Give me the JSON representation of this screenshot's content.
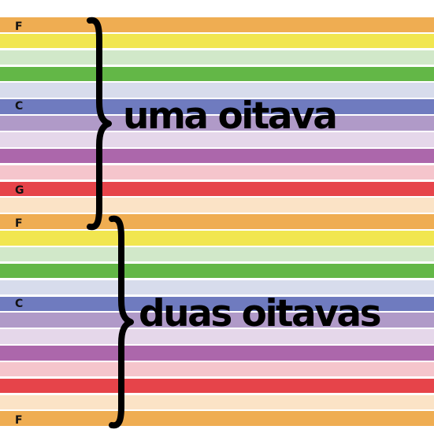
{
  "stripes": [
    {
      "color": "#efad52"
    },
    {
      "color": "#f1e650"
    },
    {
      "color": "#d1e8c9"
    },
    {
      "color": "#63b747"
    },
    {
      "color": "#d7dcec"
    },
    {
      "color": "#6f7bbf"
    },
    {
      "color": "#b09ac8"
    },
    {
      "color": "#e5d7ea"
    },
    {
      "color": "#ac67ab"
    },
    {
      "color": "#f5c5cc"
    },
    {
      "color": "#e6444a"
    },
    {
      "color": "#fbe3c6"
    },
    {
      "color": "#efad52"
    },
    {
      "color": "#f1e650"
    },
    {
      "color": "#d1e8c9"
    },
    {
      "color": "#63b747"
    },
    {
      "color": "#d7dcec"
    },
    {
      "color": "#6f7bbf"
    },
    {
      "color": "#b09ac8"
    },
    {
      "color": "#e5d7ea"
    },
    {
      "color": "#ac67ab"
    },
    {
      "color": "#f5c5cc"
    },
    {
      "color": "#e6444a"
    },
    {
      "color": "#fbe3c6"
    },
    {
      "color": "#efad52"
    }
  ],
  "note_labels": {
    "f1": "F",
    "c1": "C",
    "g1": "G",
    "f2": "F",
    "c2": "C",
    "f3": "F"
  },
  "octaves": {
    "one": "uma oitava",
    "two": "duas oitavas"
  }
}
